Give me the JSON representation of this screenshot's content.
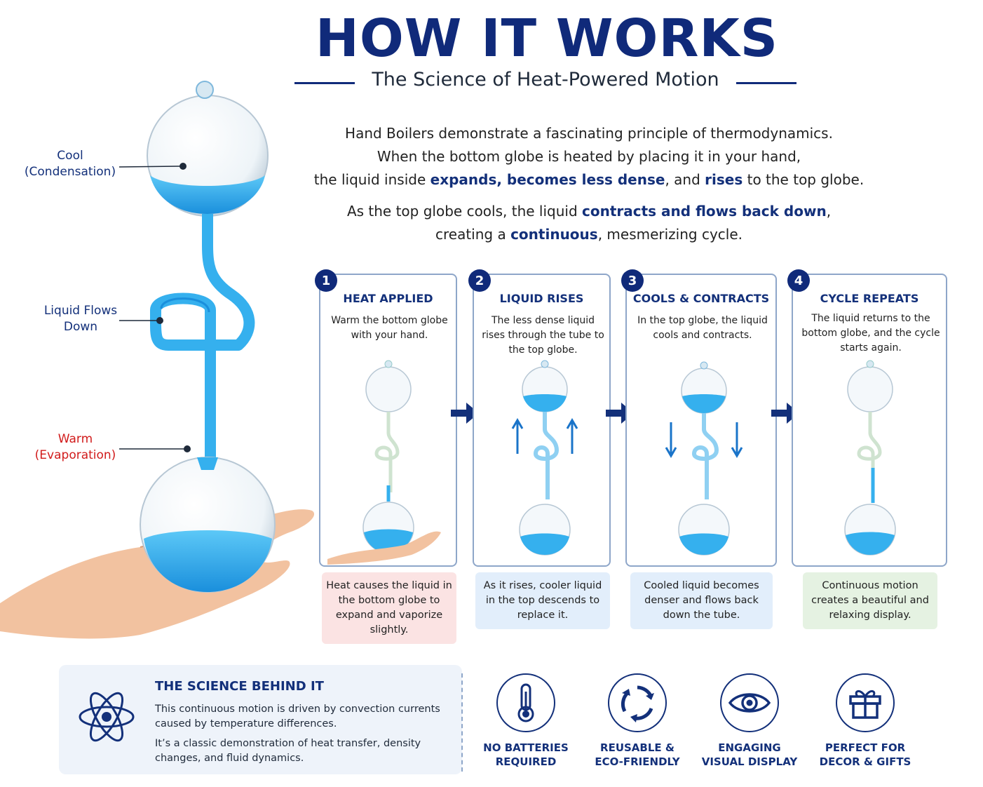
{
  "header": {
    "title": "HOW IT WORKS",
    "subtitle": "The Science of Heat-Powered Motion"
  },
  "intro": {
    "line1": "Hand Boilers demonstrate a fascinating principle of thermodynamics.",
    "line2": "When the bottom globe is heated by placing it in your hand,",
    "line3_a": "the liquid inside ",
    "line3_b": "expands, becomes less dense",
    "line3_c": ", and ",
    "line3_d": "rises",
    "line3_e": " to the top globe.",
    "line4_a": "As the top globe cools, the liquid ",
    "line4_b": "contracts and flows back down",
    "line4_c": ",",
    "line5_a": "creating a ",
    "line5_b": "continuous",
    "line5_c": ", mesmerizing cycle."
  },
  "diagram_labels": {
    "cool_1": "Cool",
    "cool_2": "(Condensation)",
    "flow_1": "Liquid Flows",
    "flow_2": "Down",
    "warm_1": "Warm",
    "warm_2": "(Evaporation)"
  },
  "steps": [
    {
      "num": "1",
      "title": "HEAT APPLIED",
      "text": "Warm the bottom globe with your hand.",
      "note": "Heat causes the liquid in the bottom globe to expand and vaporize slightly."
    },
    {
      "num": "2",
      "title": "LIQUID RISES",
      "text": "The less dense liquid rises through the tube to the top globe.",
      "note": "As it rises, cooler liquid in the top descends to replace it."
    },
    {
      "num": "3",
      "title": "COOLS & CONTRACTS",
      "text": "In the top globe, the liquid cools and contracts.",
      "note": "Cooled liquid becomes denser and flows back down the tube."
    },
    {
      "num": "4",
      "title": "CYCLE REPEATS",
      "text": "The liquid returns to the bottom globe, and the cycle starts again.",
      "note": "Continuous motion creates a beautiful and relaxing display."
    }
  ],
  "science": {
    "title": "THE SCIENCE BEHIND IT",
    "p1": "This continuous motion is driven by convection currents caused by temperature differences.",
    "p2": "It’s a classic demonstration of heat transfer, density changes, and fluid dynamics."
  },
  "features": [
    {
      "icon": "thermometer-icon",
      "label_1": "NO BATTERIES",
      "label_2": "REQUIRED"
    },
    {
      "icon": "recycle-icon",
      "label_1": "REUSABLE &",
      "label_2": "ECO-FRIENDLY"
    },
    {
      "icon": "eye-icon",
      "label_1": "ENGAGING",
      "label_2": "VISUAL DISPLAY"
    },
    {
      "icon": "gift-icon",
      "label_1": "PERFECT FOR",
      "label_2": "DECOR & GIFTS"
    }
  ],
  "colors": {
    "navy": "#13307a",
    "liquid": "#2aa6ea",
    "warm": "#d11b1b"
  }
}
